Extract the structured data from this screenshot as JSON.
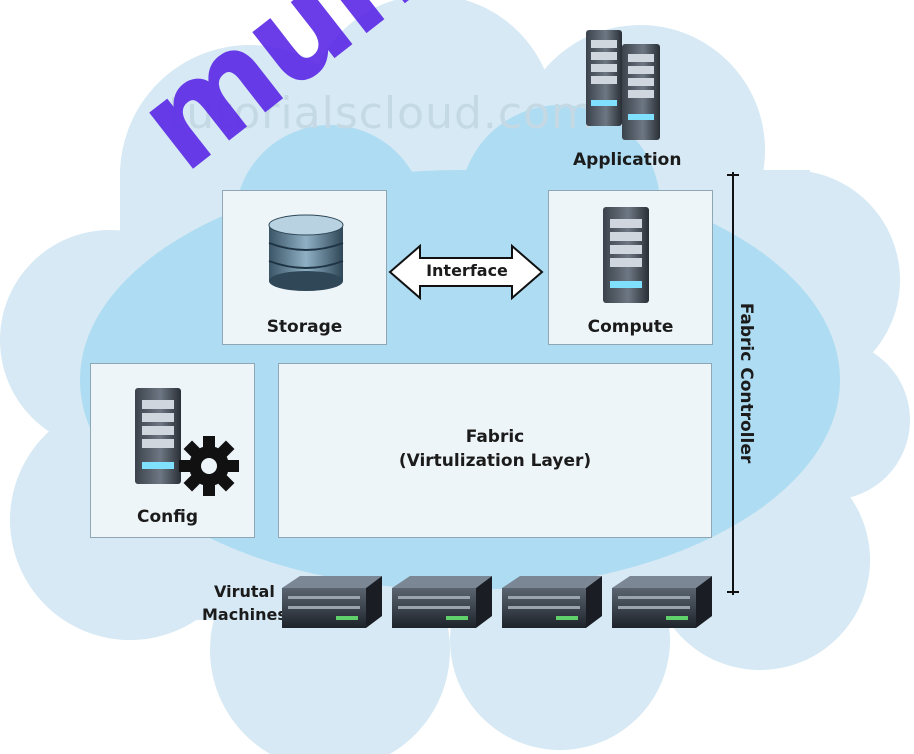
{
  "watermark": "tutorialscloud.com",
  "stamp_text": "munc",
  "labels": {
    "application": "Application",
    "storage": "Storage",
    "compute": "Compute",
    "interface": "Interface",
    "config": "Config",
    "fabric_title": "Fabric",
    "fabric_subtitle": "(Virtulization Layer)",
    "fabric_controller": "Fabric Controller",
    "vm_line1": "Virutal",
    "vm_line2": "Machines"
  },
  "colors": {
    "cloud_outer": "#d6e9f4",
    "cloud_inner": "#aedcf2",
    "box_fill": "#eef5f9",
    "server_dark": "#2a2f36",
    "server_mid": "#5a636e",
    "db_blue": "#4a6f86",
    "stamp": "#5a28e6"
  },
  "icons": {
    "application": "server-tower-pair-icon",
    "storage": "database-icon",
    "compute": "server-tower-icon",
    "config": "server-gear-icon",
    "vm": "rack-server-icon"
  }
}
